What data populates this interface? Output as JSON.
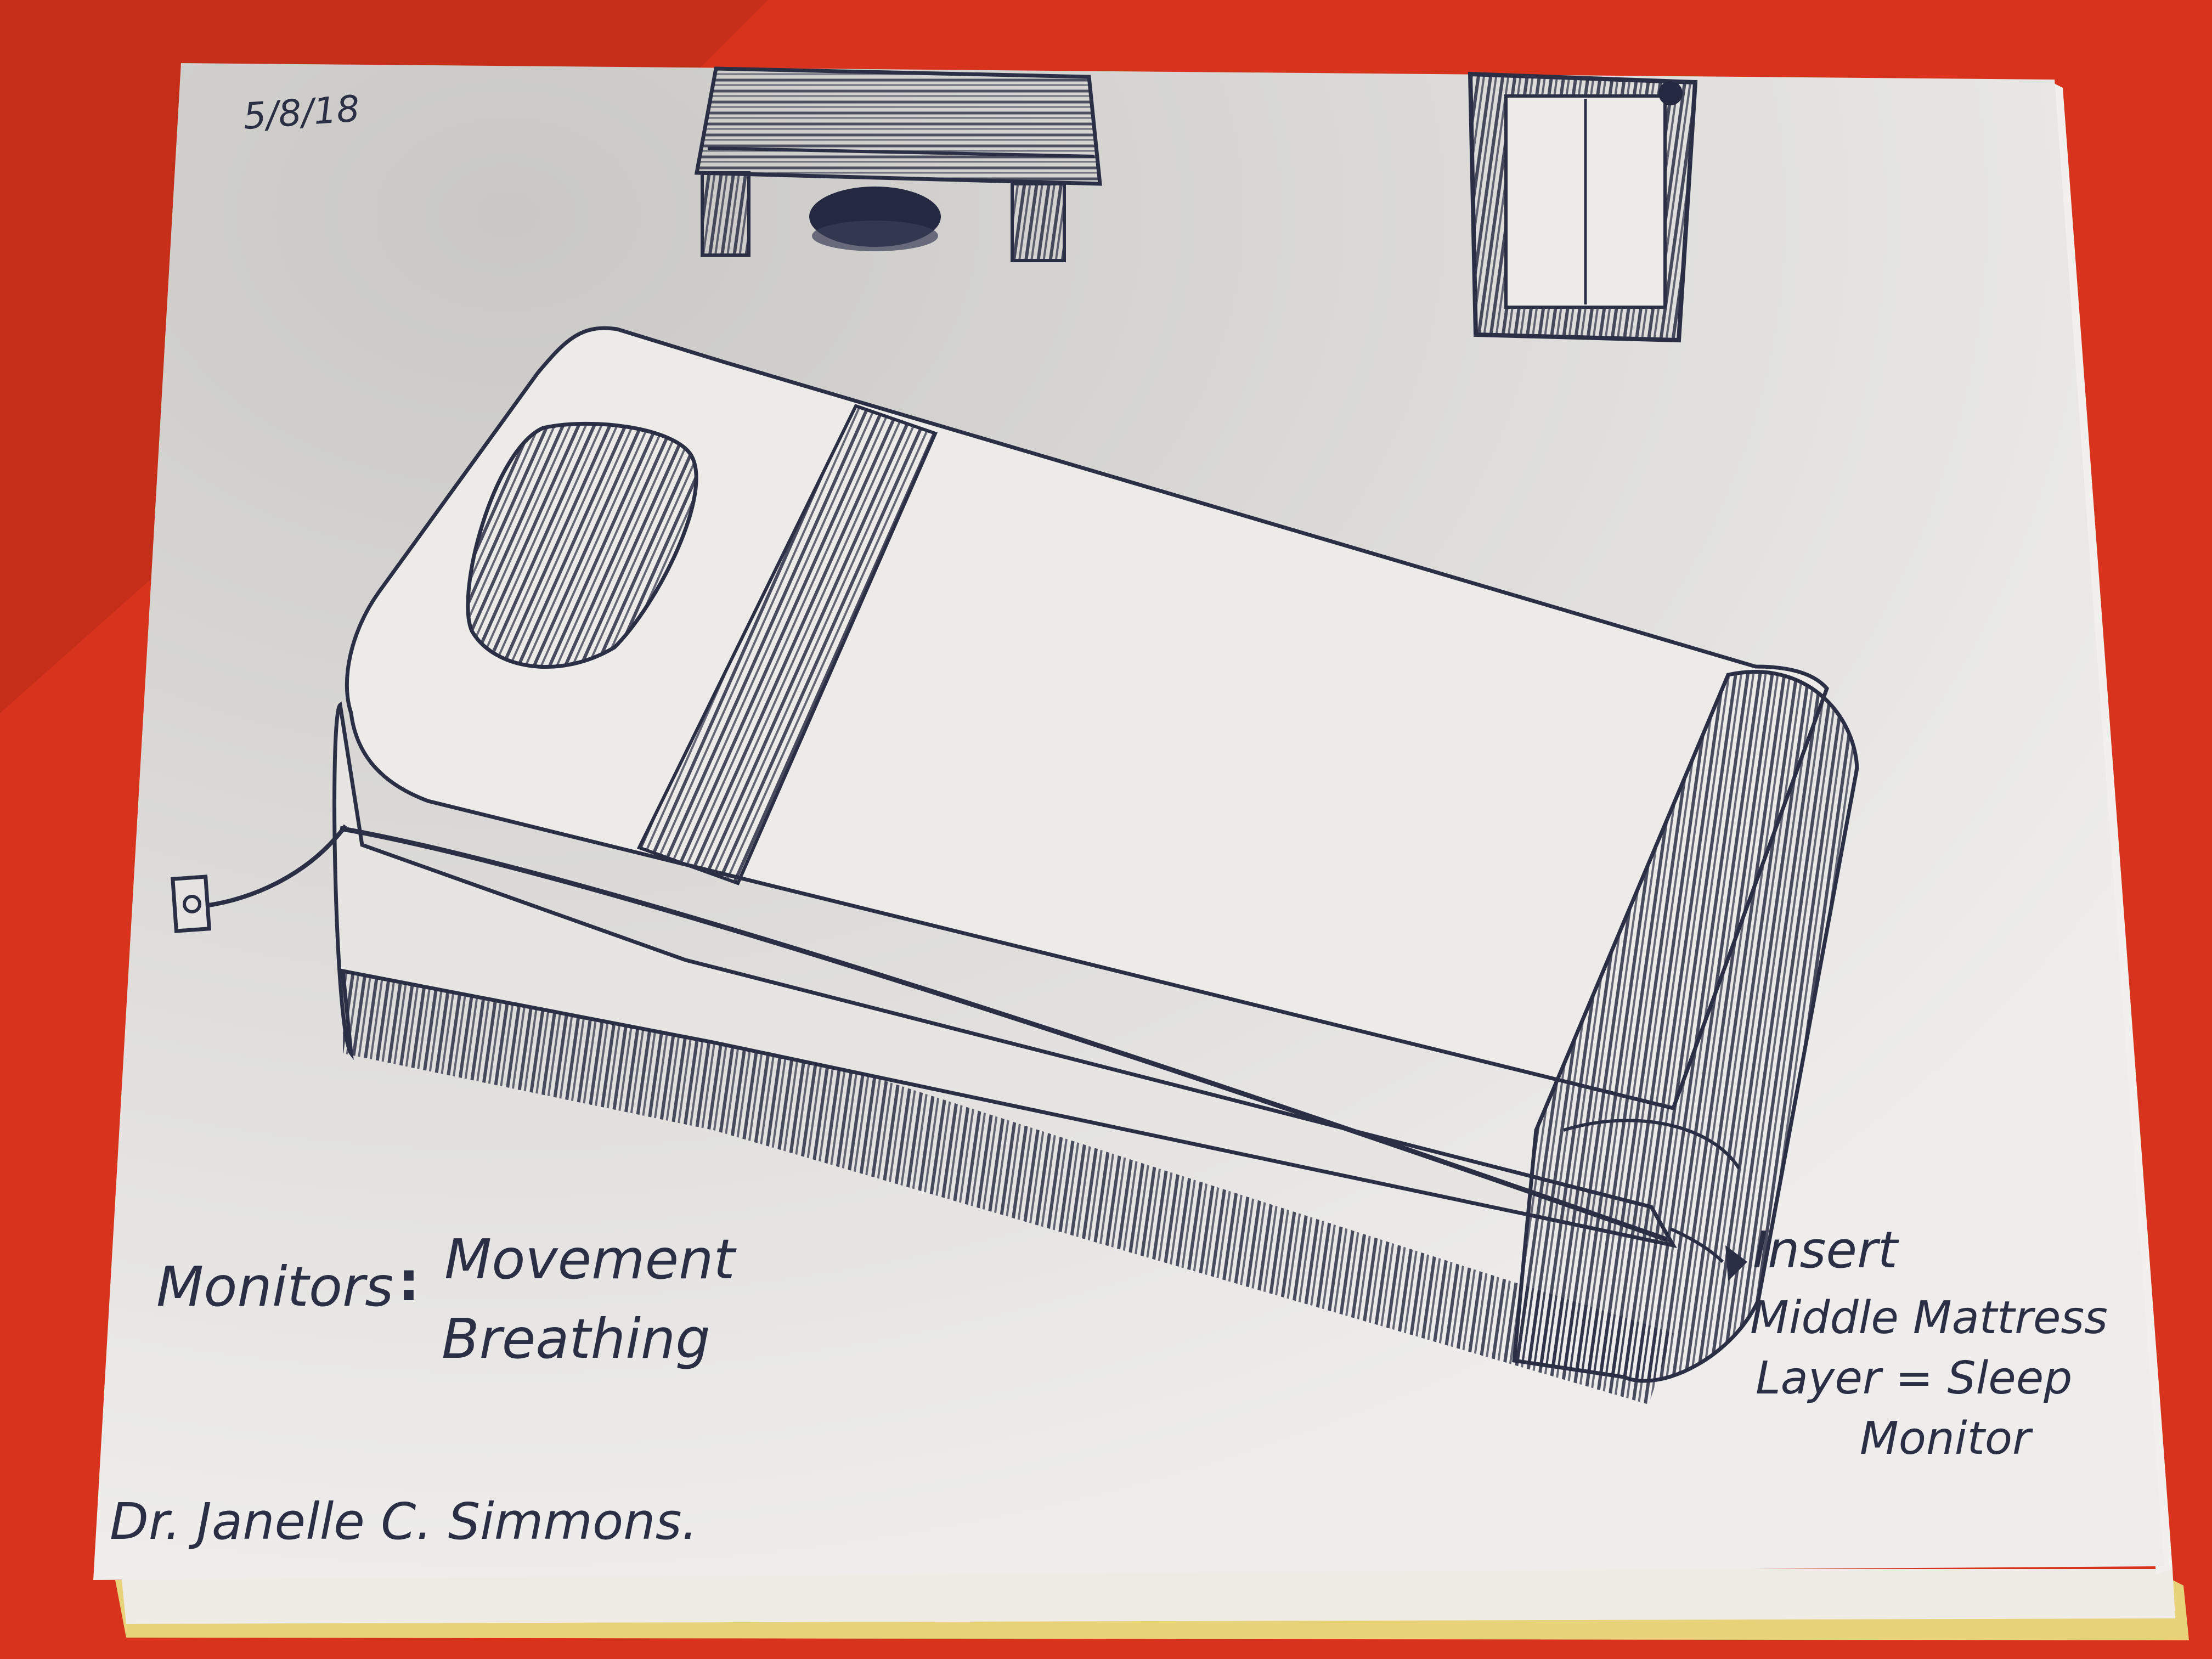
{
  "colors": {
    "table_background": "#d8341d",
    "paper": "#e9e8e6",
    "ink": "#2b2f45"
  },
  "sketch": {
    "date": "5/8/18",
    "monitors_label": "Monitors",
    "monitors_colon": ":",
    "monitors_items": [
      "Movement",
      "Breathing"
    ],
    "insert_note": [
      "Insert",
      "Middle Mattress",
      "Layer = Sleep",
      "Monitor"
    ],
    "signature": "Dr. Janelle C. Simmons."
  }
}
